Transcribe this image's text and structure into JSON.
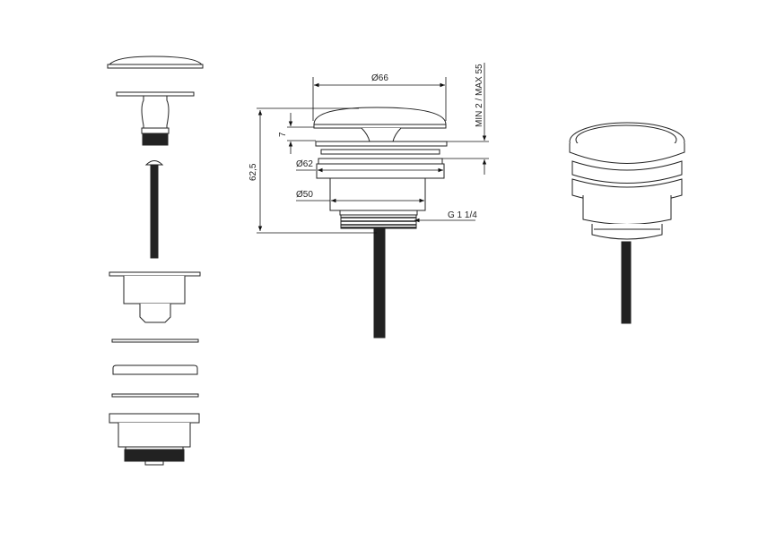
{
  "diagram": {
    "type": "technical-drawing",
    "subject": "pop-up basin waste (click-clack drain)",
    "views": {
      "exploded": {
        "parts": [
          "cap",
          "flange-stem",
          "bolt",
          "upper-body",
          "gasket-thin",
          "gasket-thick",
          "gasket-thin-2",
          "lower-body-threaded"
        ]
      },
      "section": {
        "dimensions": {
          "cap_diameter": "Ø66",
          "flange_diameter": "Ø62",
          "body_diameter": "Ø50",
          "thread": "G 1 1/4",
          "total_height": "62,5",
          "cap_height": "7",
          "clamp_range": "MIN 2 / MAX 55"
        }
      },
      "perspective": {
        "label": ""
      }
    }
  }
}
